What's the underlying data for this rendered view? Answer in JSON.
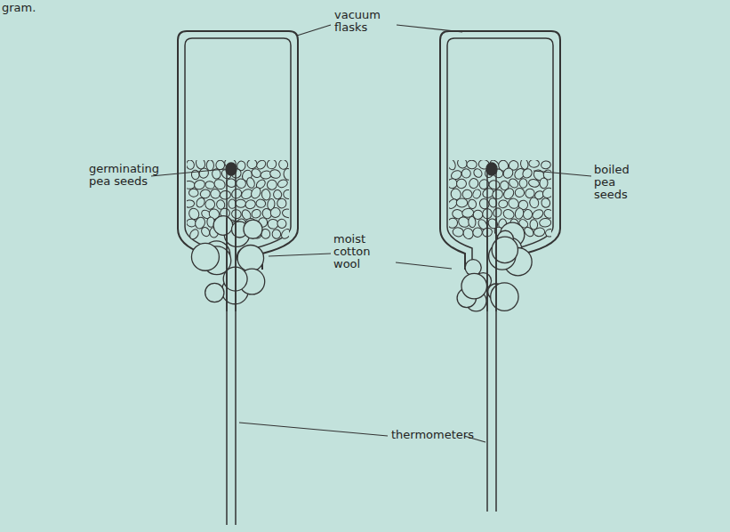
{
  "diagram": {
    "labels": [
      "gram.",
      "vacuum flasks",
      "germinating pea seeds",
      "boiled pea seeds",
      "moist cotton wool",
      "thermometers"
    ]
  }
}
